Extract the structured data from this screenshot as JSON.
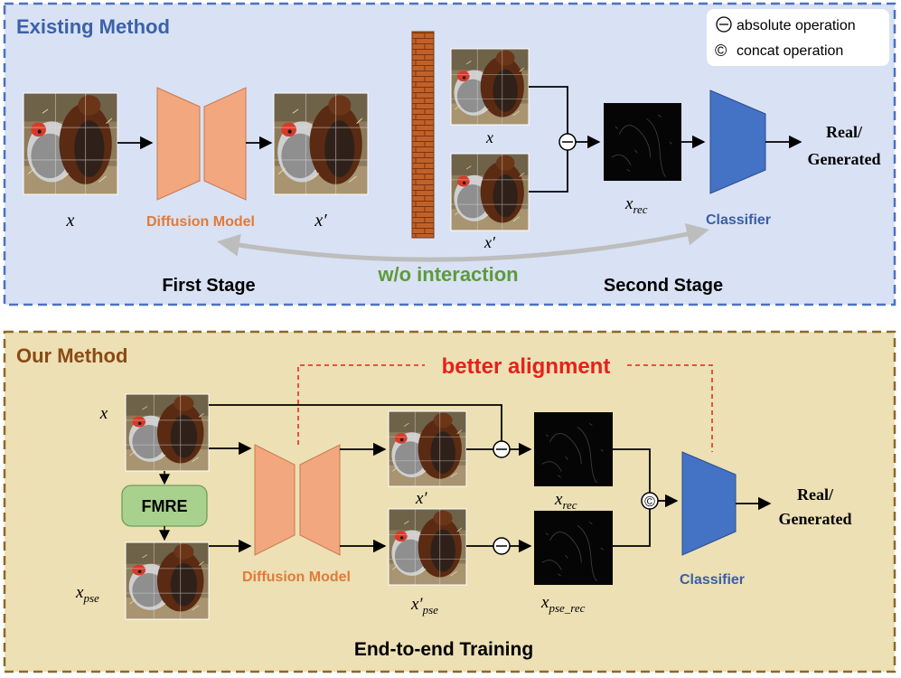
{
  "top_panel": {
    "title": "Existing Method",
    "legend": {
      "absolute_symbol": "⊖",
      "absolute_label": "absolute operation",
      "concat_symbol": "©",
      "concat_label": "concat operation"
    },
    "input_label": "x",
    "model_label": "Diffusion Model",
    "recon_label": "x′",
    "stack_label_x": "x",
    "stack_label_xprime": "x′",
    "rec_label": "x",
    "rec_subscript": "rec",
    "classifier_label": "Classifier",
    "output_line1": "Real/",
    "output_line2": "Generated",
    "first_stage": "First Stage",
    "second_stage": "Second Stage",
    "interaction_note": "w/o interaction"
  },
  "bottom_panel": {
    "title": "Our Method",
    "alignment_note": "better alignment",
    "input_label": "x",
    "module_label": "FMRE",
    "pse_label": "x",
    "pse_subscript": "pse",
    "model_label": "Diffusion Model",
    "recon_label": "x′",
    "pse_recon_label": "x′",
    "pse_recon_subscript": "pse",
    "rec_label": "x",
    "rec_subscript": "rec",
    "pse_rec_label": "x",
    "pse_rec_subscript": "pse_rec",
    "concat_symbol": "©",
    "classifier_label": "Classifier",
    "output_line1": "Real/",
    "output_line2": "Generated",
    "footer": "End-to-end Training"
  },
  "colors": {
    "top_bg": "#d9e1f4",
    "top_border": "#4a72c2",
    "top_title": "#3a62a8",
    "bottom_bg": "#ece0b4",
    "bottom_border": "#8a6a28",
    "bottom_title": "#8b4a14",
    "model": "#f2a77f",
    "model_text": "#e07b39",
    "classifier": "#4472c4",
    "classifier_text": "#3a5ea8",
    "fmre": "#a9d18e",
    "interaction_text": "#5c9b3a",
    "alignment_text": "#e8201a",
    "wall": "#c0612a"
  }
}
